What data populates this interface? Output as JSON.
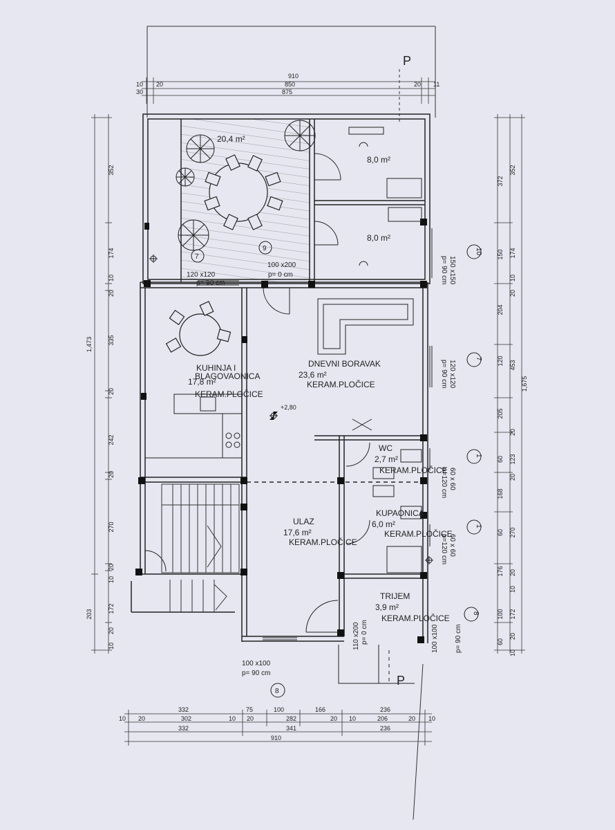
{
  "plan": {
    "marker_p": "P",
    "rooms": {
      "terrace": {
        "area": "20,4 m²"
      },
      "room_a": {
        "area": "8,0 m²"
      },
      "room_b": {
        "area": "8,0 m²"
      },
      "kitchen": {
        "name1": "KUHINJA I",
        "name2": "BLAGOVAONICA",
        "area": "17,8 m²",
        "floor": "KERAM.PLOČICE"
      },
      "living": {
        "name": "DNEVNI BORAVAK",
        "area": "23,6 m²",
        "floor": "KERAM.PLOČICE"
      },
      "wc": {
        "name": "WC",
        "area": "2,7 m²",
        "floor": "KERAM.PLOČICE"
      },
      "bath": {
        "name": "KUPAONICA",
        "area": "6,0 m²",
        "floor": "KERAM.PLOČICE"
      },
      "entry": {
        "name": "ULAZ",
        "area": "17,6 m²",
        "floor": "KERAM.PLOČICE"
      },
      "porch": {
        "name": "TRIJEM",
        "area": "3,9 m²",
        "floor": "KERAM.PLOČICE"
      }
    },
    "level": "+2,80",
    "openings": {
      "w7_terrace": {
        "num": "7",
        "size": "120 x120",
        "sill": "p= 90 cm"
      },
      "d9": {
        "num": "9",
        "size": "100 x200",
        "sill": "p= 0 cm"
      },
      "w10": {
        "num": "10",
        "size": "150 x150",
        "sill": "p= 90 cm"
      },
      "w7_living": {
        "num": "7",
        "size": "120 x120",
        "sill": "p= 90 cm"
      },
      "w1_wc": {
        "num": "1",
        "size": "60 x 60",
        "sill": "p=120 cm"
      },
      "w1_bath": {
        "num": "1",
        "size": "60 x 60",
        "sill": "p=120 cm"
      },
      "w8_porch": {
        "num": "8",
        "size": "100 x100",
        "sill": "p= 90 cm"
      },
      "d_entry": {
        "size": "110 x200",
        "sill": "p= 0 cm"
      },
      "w8_bottom": {
        "num": "8",
        "size": "100 x100",
        "sill": "p= 90 cm"
      }
    },
    "dims": {
      "top": {
        "l1_left": "10",
        "l1_a": "20",
        "l1_b": "850",
        "l1_c": "20",
        "l1_right": "11",
        "total": "910",
        "l2_left": "30",
        "l2_b": "875"
      },
      "left": {
        "a": "352",
        "b": "174",
        "c": "10",
        "d": "20",
        "e": "335",
        "f": "20",
        "g": "242",
        "h": "20",
        "i": "270",
        "j": "20",
        "k": "10",
        "l": "172",
        "m": "20",
        "n": "10",
        "total": "1,473",
        "bottom_part": "203"
      },
      "right_inner": {
        "a": "352",
        "b": "174",
        "c": "10",
        "d": "20",
        "e": "204",
        "f": "120",
        "g": "205",
        "h": "20",
        "i": "123",
        "j": "20",
        "k": "168",
        "l": "270",
        "m": "20",
        "n": "10",
        "o": "172",
        "p": "20",
        "q": "10"
      },
      "right_outer": {
        "a": "372",
        "b": "150",
        "c": "453",
        "d": "60",
        "e": "60",
        "f": "176",
        "g": "100",
        "h": "60",
        "total": "1,675"
      },
      "bottom": {
        "r1": [
          "332",
          "75",
          "100",
          "166",
          "236"
        ],
        "r2": [
          "10",
          "20",
          "302",
          "10",
          "20",
          "282",
          "20",
          "10",
          "206",
          "20",
          "10"
        ],
        "r3": [
          "332",
          "341",
          "236"
        ],
        "r4": "910"
      }
    }
  }
}
